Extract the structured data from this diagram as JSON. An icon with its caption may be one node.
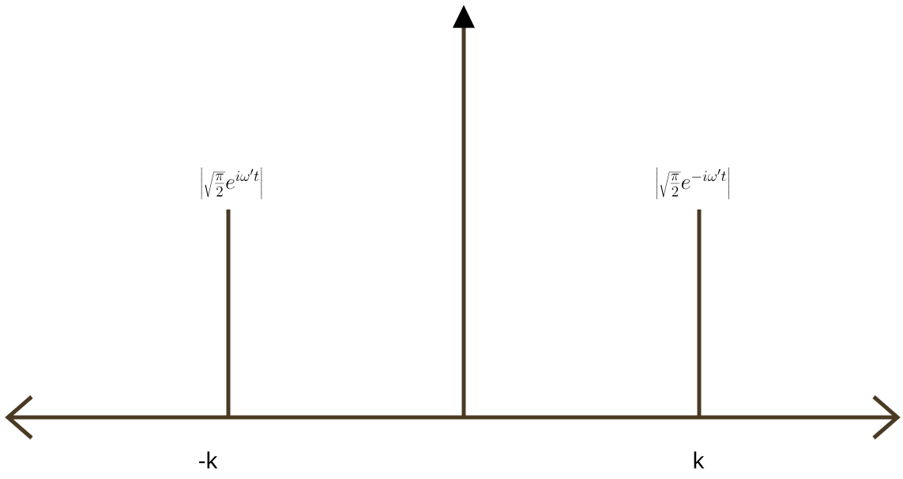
{
  "diagram": {
    "labels": [
      "\\left|\\sqrt{\\frac{\\pi}{2}}e^{i\\omega' t}\\right|",
      "\\left|\\sqrt{\\frac{\\pi}{2}}e^{-i\\omega' t}\\right|",
      "-k",
      "k"
    ]
  }
}
